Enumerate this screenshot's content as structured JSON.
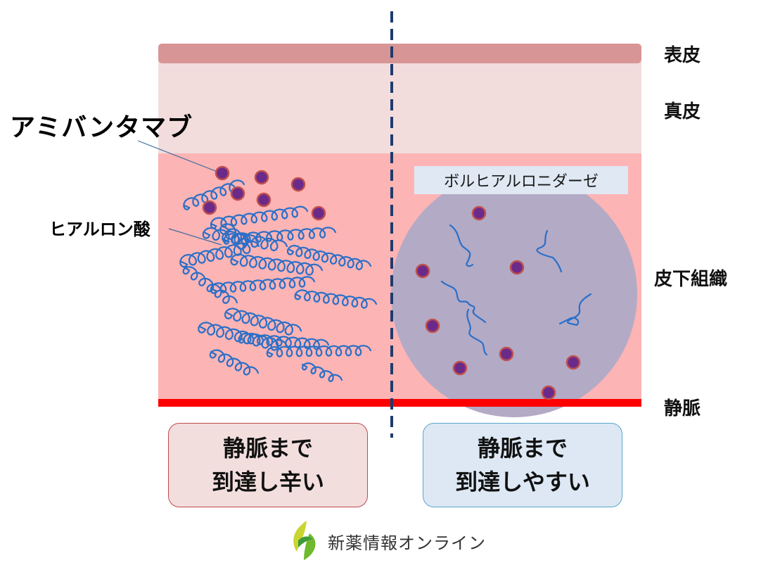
{
  "layers": {
    "epidermis": "表皮",
    "dermis": "真皮",
    "subcutaneous": "皮下組織",
    "vein": "静脈"
  },
  "callouts": {
    "drug": "アミバンタマブ",
    "hyaluronic_acid": "ヒアルロン酸"
  },
  "enzyme_label": "ボルヒアルロニダーゼ",
  "results": {
    "left_line1": "静脈まで",
    "left_line2": "到達し辛い",
    "right_line1": "静脈まで",
    "right_line2": "到達しやすい"
  },
  "brand": "新薬情報オンライン",
  "colors": {
    "epidermis": "#d89595",
    "dermis": "#f2dcdc",
    "subcutaneous": "#fdb4b4",
    "vein": "#ff0000",
    "divider": "#1f3b6e",
    "chain": "#2a6fc8",
    "drug_fill": "#6b2a8a",
    "drug_ring": "#c0504d",
    "circle": "#b3aac6"
  }
}
